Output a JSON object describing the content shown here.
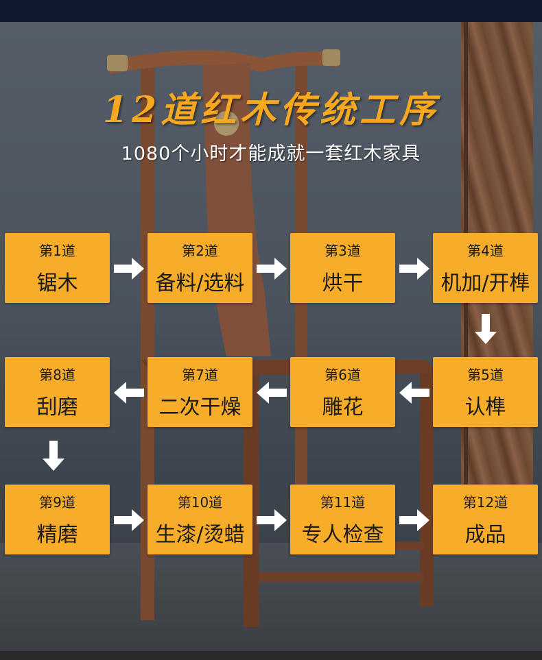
{
  "header": {
    "title": "12道红木传统工序",
    "subtitle": "1080个小时才能成就一套红木家具"
  },
  "steps": [
    {
      "num": "第1道",
      "name": "锯木"
    },
    {
      "num": "第2道",
      "name": "备料/选料"
    },
    {
      "num": "第3道",
      "name": "烘干"
    },
    {
      "num": "第4道",
      "name": "机加/开榫"
    },
    {
      "num": "第5道",
      "name": "认榫"
    },
    {
      "num": "第6道",
      "name": "雕花"
    },
    {
      "num": "第7道",
      "name": "二次干燥"
    },
    {
      "num": "第8道",
      "name": "刮磨"
    },
    {
      "num": "第9道",
      "name": "精磨"
    },
    {
      "num": "第10道",
      "name": "生漆/烫蜡"
    },
    {
      "num": "第11道",
      "name": "专人检查"
    },
    {
      "num": "第12道",
      "name": "成品"
    }
  ],
  "colors": {
    "box": "#f7ad2a",
    "title": "#f5a820",
    "arrow": "#ffffff"
  },
  "icons": {
    "arrow": "arrow-icon"
  }
}
